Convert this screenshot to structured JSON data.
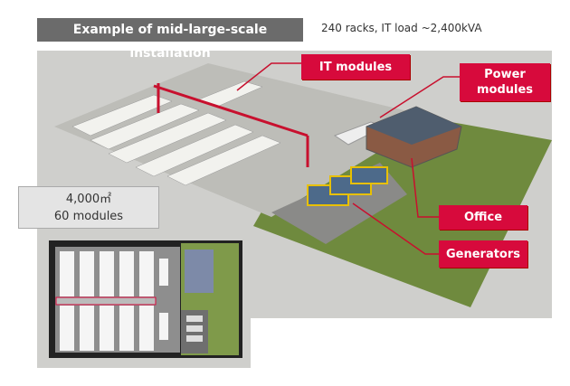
{
  "header": {
    "title": "Example of mid-large-scale installation",
    "subtitle": "240 racks, IT load ~2,400kVA"
  },
  "callouts": {
    "it_modules": "IT modules",
    "power_modules": "Power\nmodules",
    "office": "Office",
    "generators": "Generators"
  },
  "info": {
    "area": "4,000㎡",
    "modules": "60 modules"
  },
  "colors": {
    "accent": "#d70a3c",
    "header_bg": "#6b6b6b",
    "grass": "#6f8a3e",
    "ground": "#cfcfcc"
  }
}
